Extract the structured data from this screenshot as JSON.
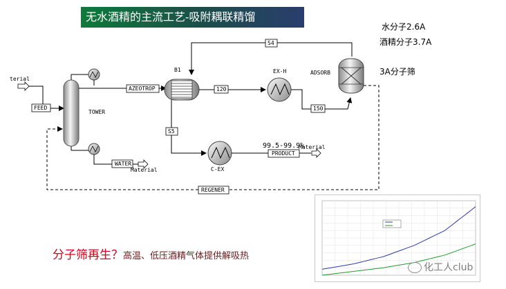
{
  "title": "无水酒精的主流工艺-吸附耦联精馏",
  "notes": {
    "water_molecule": "水分子2.6A",
    "ethanol_molecule": "酒精分子3.7A",
    "sieve": "3A分子筛"
  },
  "regeneration": {
    "main": "分子筛再生？",
    "detail": "高温、低压酒精气体提供解吸热"
  },
  "flowsheet": {
    "blocks": {
      "tower": "TOWER",
      "b1": "B1",
      "exh": "EX-H",
      "adsorb": "ADSORB",
      "cex": "C-EX"
    },
    "streams": {
      "feed": "FEED",
      "water": "WATER",
      "azeotrop": "AZEOTROP",
      "s4": "S4",
      "s120": "120",
      "s150": "150",
      "s5": "S5",
      "product": "PRODUCT",
      "regener": "REGENER"
    },
    "labels": {
      "feed_in": "terial",
      "water_out": "Material",
      "product_out": "Material",
      "purity": "99.5-99.9%"
    }
  },
  "inset_chart": {
    "chart_data": {
      "type": "line",
      "series": [
        {
          "color": "#2b3aa8",
          "x": [
            0,
            0.2,
            0.4,
            0.6,
            0.8,
            1.0
          ],
          "y": [
            0.08,
            0.15,
            0.25,
            0.4,
            0.6,
            0.92
          ]
        },
        {
          "color": "#1f9a2c",
          "x": [
            0,
            0.2,
            0.4,
            0.6,
            0.8,
            1.0
          ],
          "y": [
            0.0,
            0.05,
            0.1,
            0.17,
            0.27,
            0.42
          ]
        }
      ],
      "grid": true,
      "legend": "center"
    }
  },
  "watermark": "化工人club",
  "colors": {
    "title_bg": "#1b6b3a",
    "regen_text": "#d9001b",
    "line": "#000000"
  }
}
